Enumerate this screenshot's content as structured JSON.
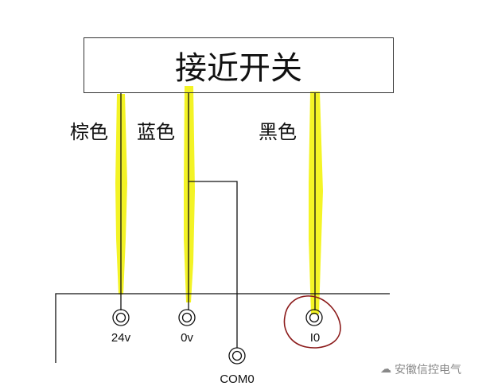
{
  "title": "接近开关",
  "wires": {
    "brown": "棕色",
    "blue": "蓝色",
    "black": "黑色"
  },
  "terminals": {
    "t24v": "24v",
    "t0v": "0v",
    "i0": "I0",
    "com0": "COM0"
  },
  "watermark": "安徽信控电气",
  "colors": {
    "highlight": "#f2f200",
    "circle": "#8b1a1a"
  }
}
